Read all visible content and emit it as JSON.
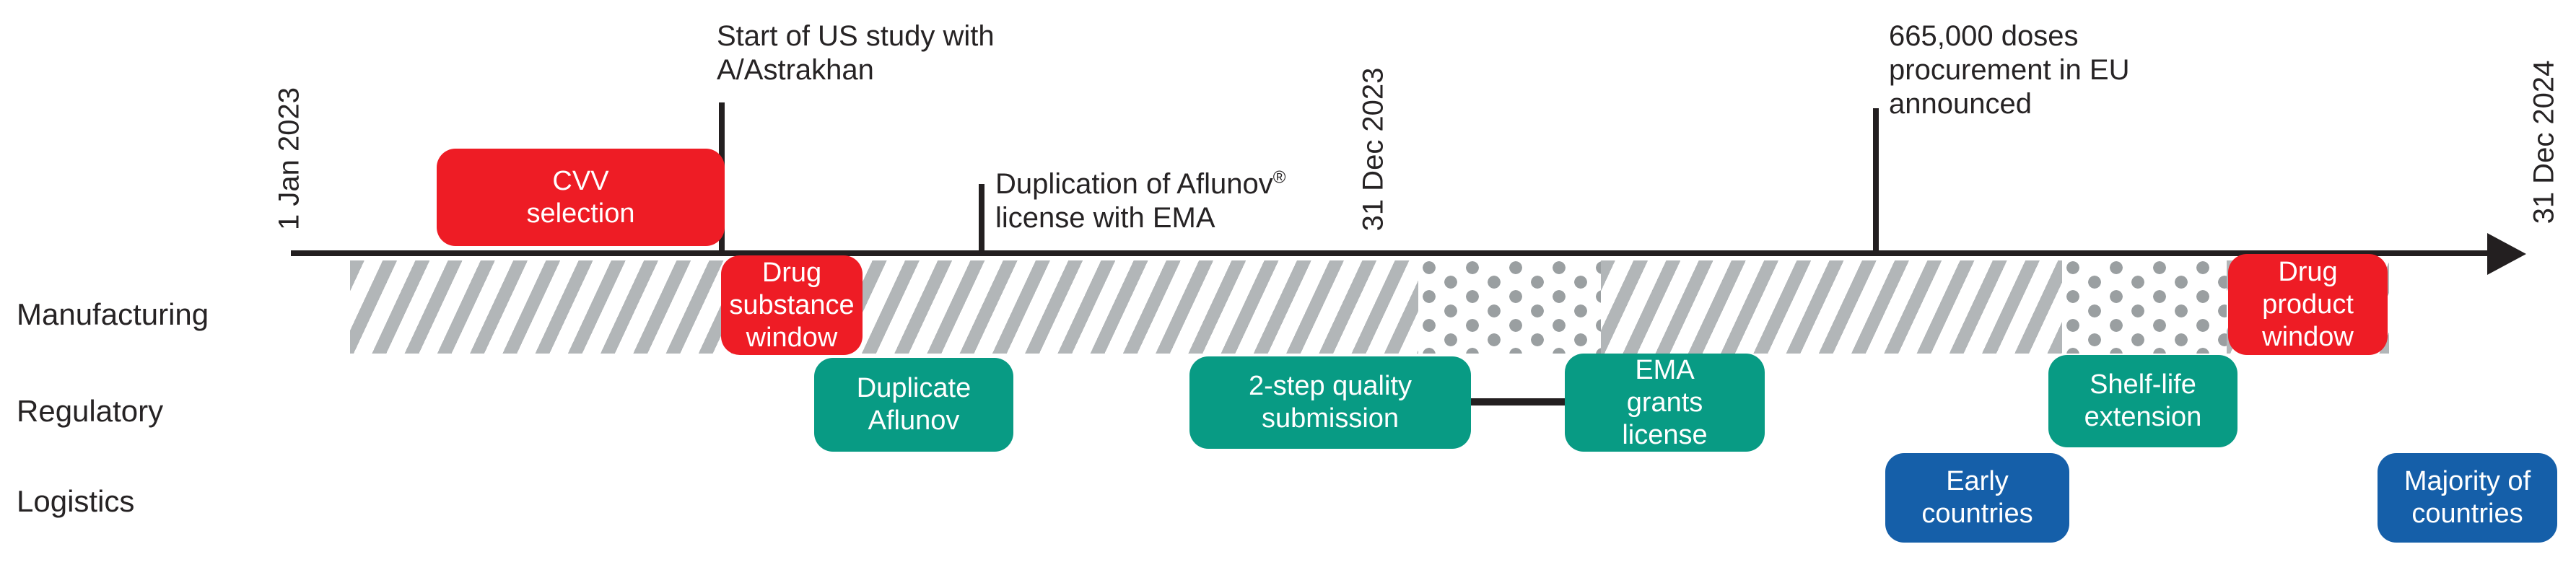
{
  "figure_type": "timeline-diagram",
  "axis_dates": {
    "start": "1 Jan 2023",
    "mid": "31 Dec 2023",
    "end": "31 Dec 2024"
  },
  "row_labels": {
    "manufacturing": "Manufacturing",
    "regulatory": "Regulatory",
    "logistics": "Logistics"
  },
  "annotations": {
    "us_study": {
      "line1": "Start of US study with",
      "line2": "A/Astrakhan"
    },
    "aflunov_license": {
      "line1": "Duplication of Aflunov",
      "sup": "®",
      "line2": "license with EMA"
    },
    "eu_procurement": {
      "line1": "665,000 doses",
      "line2": "procurement in EU",
      "line3": "announced"
    }
  },
  "boxes": {
    "cvv": {
      "row": "manufacturing",
      "color": "red",
      "line1": "CVV",
      "line2": "selection"
    },
    "drug_substance": {
      "row": "manufacturing",
      "color": "red",
      "line1": "Drug",
      "line2": "substance",
      "line3": "window"
    },
    "drug_product": {
      "row": "manufacturing",
      "color": "red",
      "line1": "Drug",
      "line2": "product",
      "line3": "window"
    },
    "duplicate_aflunov": {
      "row": "regulatory",
      "color": "teal",
      "line1": "Duplicate",
      "line2": "Aflunov"
    },
    "two_step": {
      "row": "regulatory",
      "color": "teal",
      "line1": "2-step quality",
      "line2": "submission"
    },
    "ema_grants": {
      "row": "regulatory",
      "color": "teal",
      "line1": "EMA",
      "line2": "grants",
      "line3": "license"
    },
    "shelf_life": {
      "row": "regulatory",
      "color": "teal",
      "line1": "Shelf-life",
      "line2": "extension"
    },
    "early_countries": {
      "row": "logistics",
      "color": "blue",
      "line1": "Early",
      "line2": "countries"
    },
    "majority_countries": {
      "row": "logistics",
      "color": "blue",
      "line1": "Majority of",
      "line2": "countries"
    }
  },
  "manufacturing_bar_segments": [
    {
      "pattern": "diagonal-stripes"
    },
    {
      "pattern": "dots"
    },
    {
      "pattern": "diagonal-stripes"
    },
    {
      "pattern": "dots"
    },
    {
      "pattern": "diagonal-stripes"
    }
  ],
  "colors": {
    "red": "#ee1c25",
    "teal": "#089b84",
    "blue": "#155fa9",
    "stripe_gray": "#b2b6b8",
    "dot_gray": "#9a9fa1",
    "line_black": "#231f20",
    "text": "#262324"
  }
}
